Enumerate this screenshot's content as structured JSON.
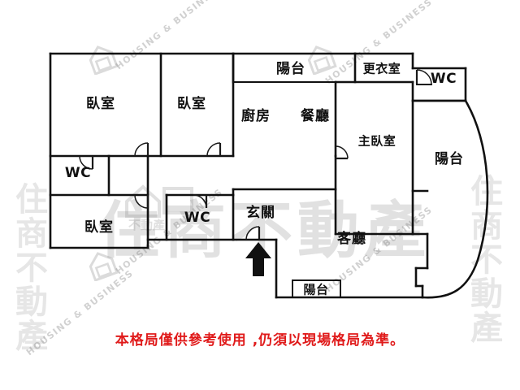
{
  "document": {
    "type": "floor-plan",
    "disclaimer": "本格局僅供參考使用 ,仍須以現場格局為準。",
    "disclaimer_color": "#e01b1b",
    "background_color": "#ffffff",
    "wall_color": "#111111"
  },
  "rooms": [
    {
      "id": "bedroom-top-left",
      "label": "臥室",
      "script": "cjk"
    },
    {
      "id": "bedroom-top-mid",
      "label": "臥室",
      "script": "cjk"
    },
    {
      "id": "balcony-top",
      "label": "陽台",
      "script": "cjk"
    },
    {
      "id": "kitchen",
      "label": "廚房",
      "script": "cjk"
    },
    {
      "id": "dining",
      "label": "餐廳",
      "script": "cjk"
    },
    {
      "id": "dressing-room",
      "label": "更衣室",
      "script": "cjk"
    },
    {
      "id": "wc-top-right",
      "label": "WC",
      "script": "latin"
    },
    {
      "id": "master-bedroom",
      "label": "主臥室",
      "script": "cjk"
    },
    {
      "id": "balcony-right",
      "label": "陽台",
      "script": "cjk"
    },
    {
      "id": "wc-left",
      "label": "WC",
      "script": "latin"
    },
    {
      "id": "bedroom-bottom-left",
      "label": "臥室",
      "script": "cjk"
    },
    {
      "id": "wc-center",
      "label": "WC",
      "script": "latin"
    },
    {
      "id": "entry-foyer",
      "label": "玄關",
      "script": "cjk"
    },
    {
      "id": "living-room",
      "label": "客廳",
      "script": "cjk"
    },
    {
      "id": "balcony-bottom",
      "label": "陽台",
      "script": "cjk"
    }
  ],
  "entrance": {
    "name": "main-entrance-arrow",
    "direction": "up"
  },
  "watermarks": {
    "brand_large": "住商不動產",
    "brand_logo_line1": "住商",
    "brand_logo_line2": "不動產",
    "diagonal_text": "HOUSING & BUSINESS",
    "side_text": "住商不動產"
  }
}
